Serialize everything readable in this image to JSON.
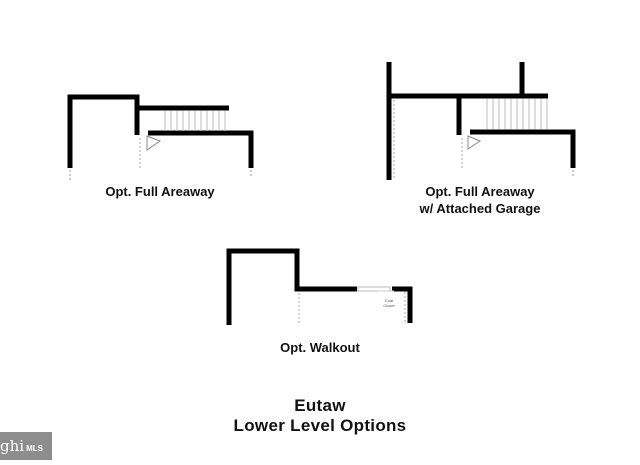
{
  "plans": [
    {
      "label": "Opt. Full Areaway"
    },
    {
      "label_line1": "Opt. Full Areaway",
      "label_line2": "w/ Attached Garage"
    },
    {
      "label": "Opt. Walkout"
    }
  ],
  "walkout_closet_label": "Coat\nCloset",
  "title_line1": "Eutaw",
  "title_line2": "Lower Level Options",
  "watermark": {
    "main": "ghi",
    "small": "MLS"
  }
}
